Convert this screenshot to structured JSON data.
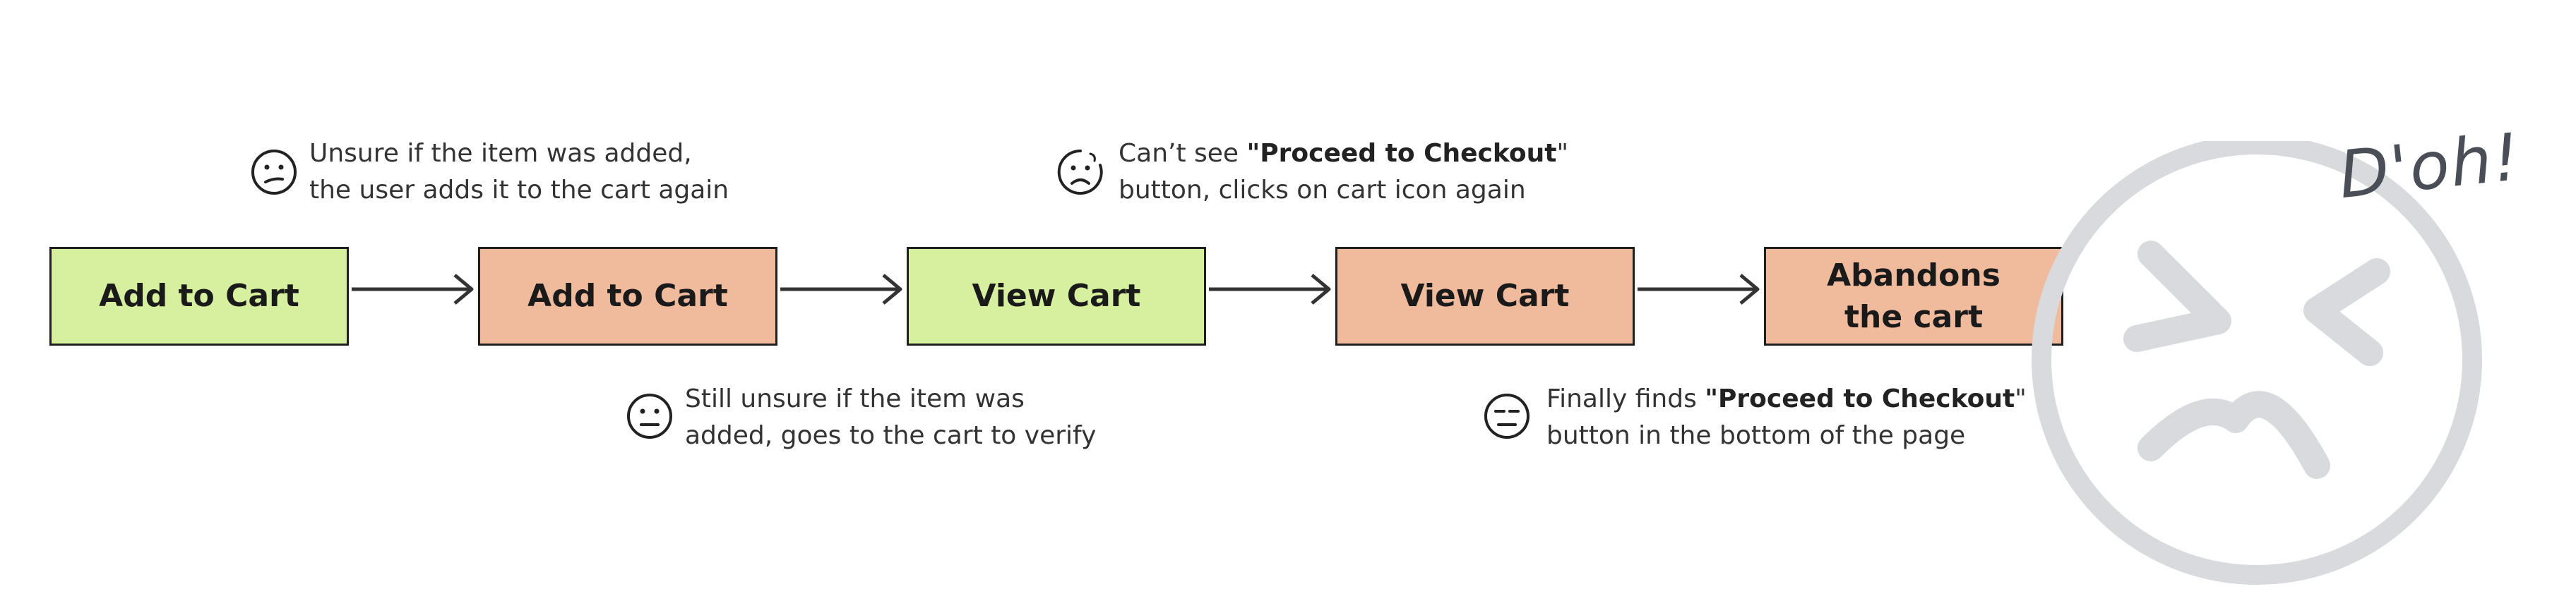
{
  "steps": [
    {
      "label": "Add to Cart",
      "status": "good"
    },
    {
      "label": "Add to Cart",
      "status": "bad"
    },
    {
      "label": "View Cart",
      "status": "good"
    },
    {
      "label": "View Cart",
      "status": "bad"
    },
    {
      "label": "Abandons\nthe cart",
      "status": "bad"
    }
  ],
  "notes": {
    "n1": {
      "line1": "Unsure if the item was added,",
      "line2": "the user adds it to the cart again",
      "emotion": "confused-face-icon"
    },
    "n2": {
      "line1": "Still unsure if the item was",
      "line2": "added, goes to the cart to verify",
      "emotion": "neutral-face-icon"
    },
    "n3": {
      "pre": "Can’t see ",
      "bold": "\"Proceed to Checkout",
      "post": "\"",
      "line2": "button, clicks on cart icon again",
      "emotion": "worried-face-icon"
    },
    "n4": {
      "pre": "Finally finds ",
      "bold": "\"Proceed to Checkout",
      "post": "\"",
      "line2": "button in the bottom of the page",
      "emotion": "expressionless-face-icon"
    }
  },
  "exclamation": "D'oh!",
  "colors": {
    "good": "#d6f0a0",
    "bad": "#f0bb9d",
    "face": "#d9dade"
  }
}
